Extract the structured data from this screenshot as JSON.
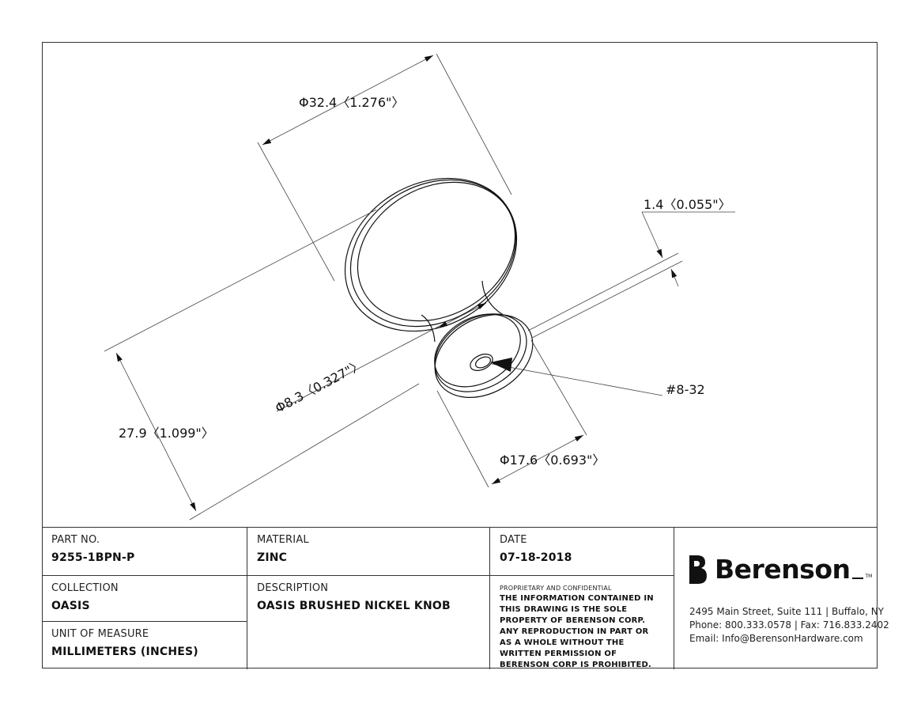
{
  "dimensions": {
    "face_diameter": "Φ32.4〈1.276\"〉",
    "height": "27.9〈1.099\"〉",
    "neck_diameter": "Φ8.3〈0.327\"〉",
    "base_diameter": "Φ17.6〈0.693\"〉",
    "base_thickness": "1.4〈0.055\"〉",
    "thread": "#8-32"
  },
  "title_block": {
    "part_no_label": "PART NO.",
    "part_no": "9255-1BPN-P",
    "material_label": "MATERIAL",
    "material": "ZINC",
    "date_label": "DATE",
    "date": "07-18-2018",
    "collection_label": "COLLECTION",
    "collection": "OASIS",
    "description_label": "DESCRIPTION",
    "description": "OASIS BRUSHED NICKEL KNOB",
    "uom_label": "UNIT OF MEASURE",
    "uom": "MILLIMETERS (INCHES)",
    "proprietary_label": "PROPRIETARY AND CONFIDENTIAL",
    "proprietary_text": "THE INFORMATION CONTAINED IN THIS DRAWING IS THE SOLE PROPERTY OF BERENSON CORP. ANY REPRODUCTION IN PART OR AS A WHOLE WITHOUT THE WRITTEN PERMISSION OF BERENSON CORP IS PROHIBITED."
  },
  "company": {
    "name": "Berenson",
    "trademark": "TM",
    "address": "2495 Main Street, Suite 111 | Buffalo, NY",
    "phone_fax": "Phone: 800.333.0578 | Fax: 716.833.2402",
    "email": "Email: Info@BerensonHardware.com"
  },
  "icons": {
    "logo": "berenson-logo-icon"
  }
}
